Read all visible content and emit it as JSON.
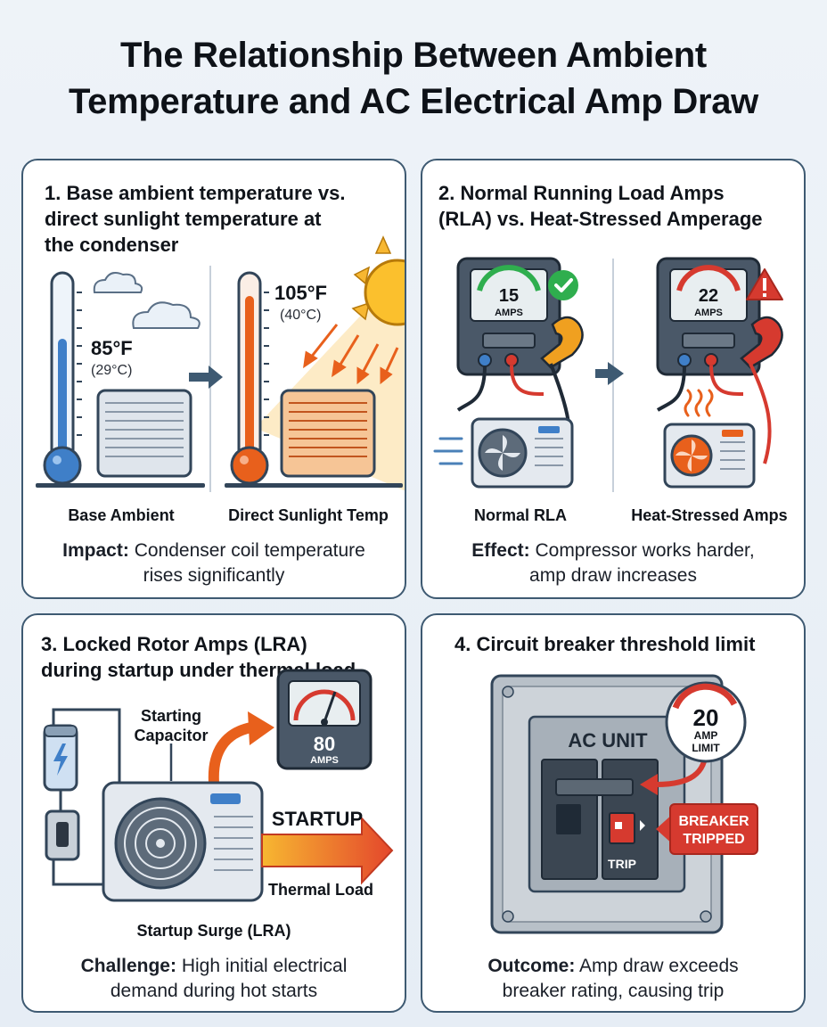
{
  "title": {
    "line1": "The Relationship Between Ambient",
    "line2": "Temperature and AC Electrical Amp Draw"
  },
  "panels": [
    {
      "heading_lines": [
        "1. Base ambient temperature vs.",
        "direct sunlight temperature at",
        "the condenser"
      ],
      "left_temp_f": "85°F",
      "left_temp_c": "(29°C)",
      "right_temp_f": "105°F",
      "right_temp_c": "(40°C)",
      "caption_left": "Base Ambient",
      "caption_right": "Direct Sunlight Temp",
      "summary_label": "Impact:",
      "summary_line1": "Condenser coil temperature",
      "summary_line2": "rises significantly"
    },
    {
      "heading_lines": [
        "2. Normal Running Load Amps",
        "(RLA) vs. Heat-Stressed Amperage"
      ],
      "left_amps": "15",
      "right_amps": "22",
      "amps_unit": "AMPS",
      "caption_left": "Normal RLA",
      "caption_right": "Heat-Stressed Amps",
      "summary_label": "Effect:",
      "summary_line1": "Compressor works harder,",
      "summary_line2": "amp draw increases"
    },
    {
      "heading_lines": [
        "3. Locked Rotor Amps (LRA)",
        "during startup under thermal load"
      ],
      "capacitor_line1": "Starting",
      "capacitor_line2": "Capacitor",
      "meter_value": "80",
      "meter_unit": "AMPS",
      "startup_label": "STARTUP",
      "thermal_label": "Thermal Load",
      "caption": "Startup Surge (LRA)",
      "summary_label": "Challenge:",
      "summary_line1": "High initial electrical",
      "summary_line2": "demand during hot starts"
    },
    {
      "heading_lines": [
        "4. Circuit breaker threshold limit"
      ],
      "panel_label": "AC UNIT",
      "limit_value": "20",
      "limit_line1": "AMP",
      "limit_line2": "LIMIT",
      "tripped_line1": "BREAKER",
      "tripped_line2": "TRIPPED",
      "trip_label": "TRIP",
      "summary_label": "Outcome:",
      "summary_line1": "Amp draw exceeds",
      "summary_line2": "breaker rating, causing trip"
    }
  ],
  "colors": {
    "panel_border": "#3e5a72",
    "cool_blue": "#3f7fc8",
    "hot_orange": "#e8601c",
    "alert_red": "#d63a2f",
    "ok_green": "#2fae4e",
    "sun_yellow": "#f7b731"
  }
}
